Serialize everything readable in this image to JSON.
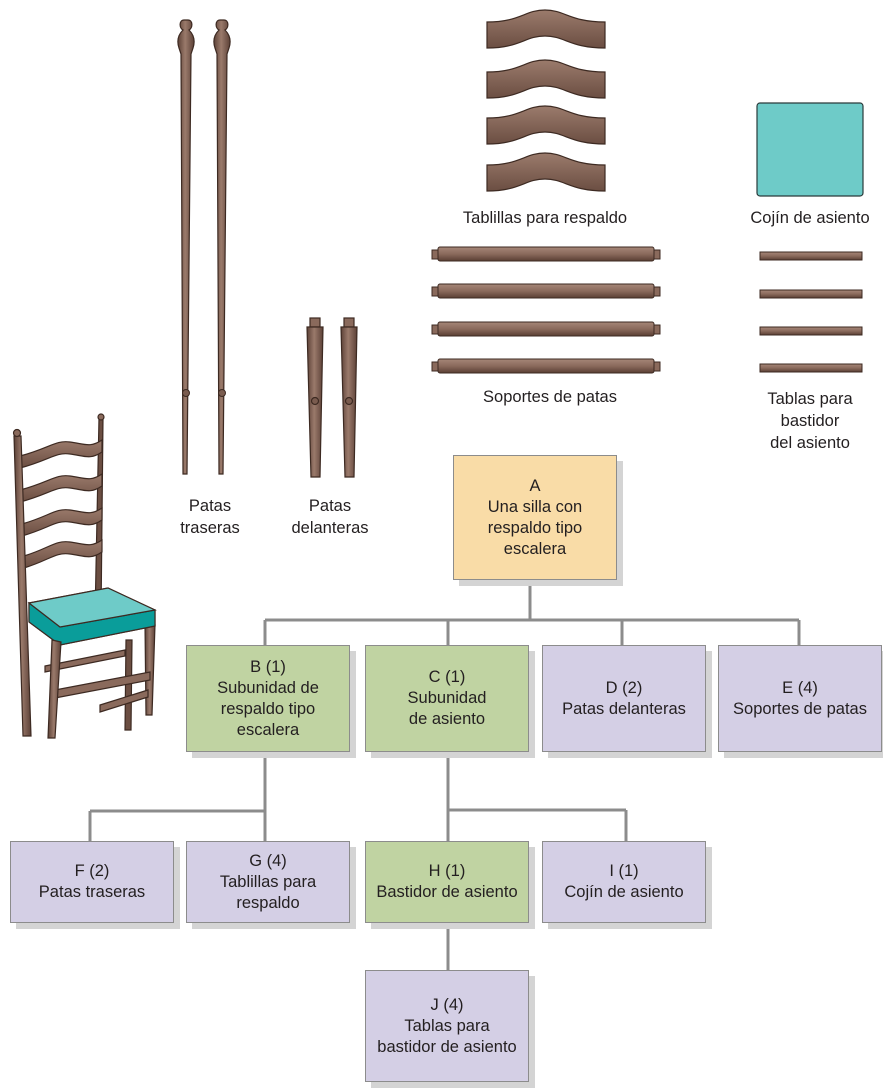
{
  "parts_labels": {
    "back_legs": [
      "Patas",
      "traseras"
    ],
    "front_legs": [
      "Patas",
      "delanteras"
    ],
    "back_slats": [
      "Tablillas para respaldo"
    ],
    "seat_cushion": [
      "Cojín de asiento"
    ],
    "leg_supports": [
      "Soportes de patas"
    ],
    "seat_frame_boards": [
      "Tablas para",
      "bastidor",
      "del asiento"
    ]
  },
  "tree": {
    "A": [
      "A",
      "Una silla con",
      "respaldo tipo",
      "escalera"
    ],
    "B": [
      "B (1)",
      "Subunidad de",
      "respaldo tipo",
      "escalera"
    ],
    "C": [
      "C (1)",
      "Subunidad",
      "de asiento"
    ],
    "D": [
      "D (2)",
      "Patas delanteras"
    ],
    "E": [
      "E (4)",
      "Soportes de patas"
    ],
    "F": [
      "F (2)",
      "Patas traseras"
    ],
    "G": [
      "G (4)",
      "Tablillas para",
      "respaldo"
    ],
    "H": [
      "H (1)",
      "Bastidor de asiento"
    ],
    "I": [
      "I (1)",
      "Cojín de asiento"
    ],
    "J": [
      "J (4)",
      "Tablas para",
      "bastidor de asiento"
    ]
  },
  "colors": {
    "wood": "#8a6a5c",
    "wood_dark": "#3d2a22",
    "cushion": "#6ecbc8",
    "connector": "#8c8c8c",
    "green_box": "#c0d3a2",
    "purple_box": "#d4cfe5",
    "yellow_box": "#f9dca7"
  }
}
